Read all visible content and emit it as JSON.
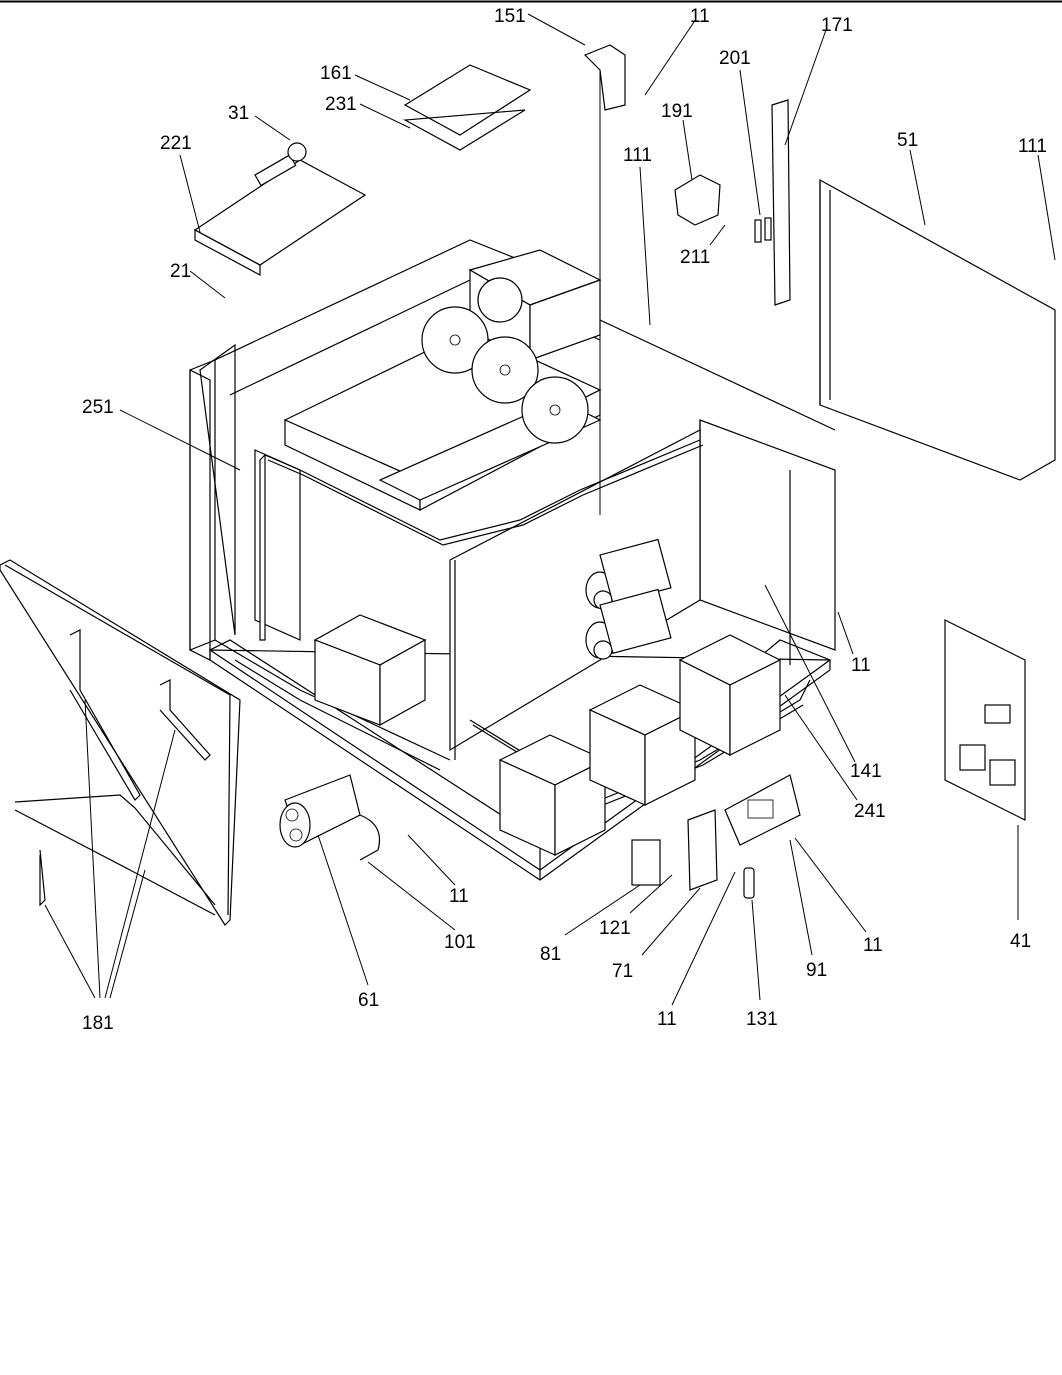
{
  "diagram": {
    "callouts": {
      "c151": "151",
      "c11_top": "11",
      "c171": "171",
      "c161": "161",
      "c201": "201",
      "c231": "231",
      "c191": "191",
      "c31": "31",
      "c221": "221",
      "c111_mid": "111",
      "c51": "51",
      "c111_right": "111",
      "c211": "211",
      "c21": "21",
      "c251": "251",
      "c11_right": "11",
      "c141": "141",
      "c241": "241",
      "c11_mid": "11",
      "c101": "101",
      "c81": "81",
      "c121": "121",
      "c71": "71",
      "c91": "91",
      "c11_r2": "11",
      "c41": "41",
      "c61": "61",
      "c11_bottom": "11",
      "c131": "131",
      "c181": "181"
    }
  }
}
